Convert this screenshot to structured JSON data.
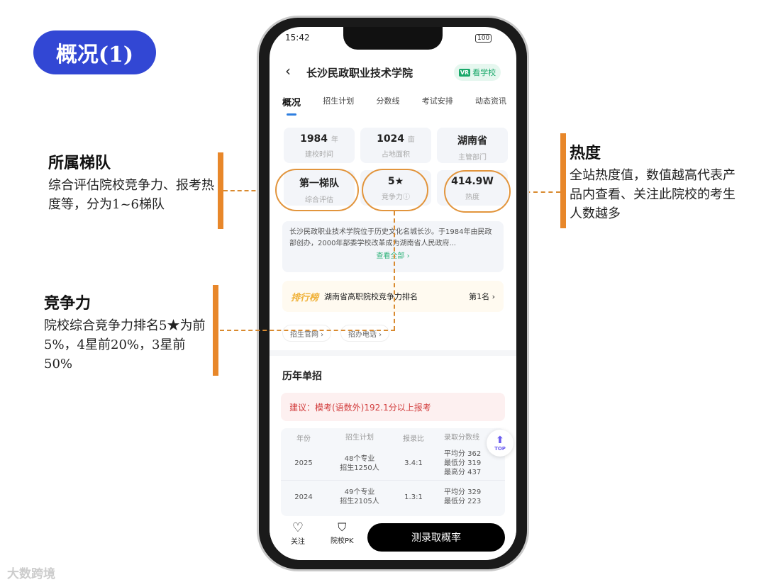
{
  "slide_title": "概况(1)",
  "annotations": {
    "tier": {
      "title": "所属梯队",
      "body": "综合评估院校竞争力、报考热度等，分为1~6梯队"
    },
    "competitiveness": {
      "title": "竞争力",
      "body": "院校综合竞争力排名5★为前5%，4星前20%，3星前50%"
    },
    "heat": {
      "title": "热度",
      "body": "全站热度值，数值越高代表产品内查看、关注此院校的考生人数越多"
    }
  },
  "status": {
    "time": "15:42",
    "battery": "100"
  },
  "header": {
    "title": "长沙民政职业技术学院",
    "vr_badge": "VR",
    "vr_label": "看学校"
  },
  "tabs": [
    {
      "label": "概况"
    },
    {
      "label": "招生计划"
    },
    {
      "label": "分数线"
    },
    {
      "label": "考试安排"
    },
    {
      "label": "动态资讯"
    }
  ],
  "stats": [
    {
      "value": "1984",
      "unit": "年",
      "label": "建校时间"
    },
    {
      "value": "1024",
      "unit": "亩",
      "label": "占地面积"
    },
    {
      "value": "湖南省",
      "unit": "",
      "label": "主管部门"
    },
    {
      "value": "第一梯队",
      "unit": "",
      "label": "综合评估"
    },
    {
      "value": "5★",
      "unit": "",
      "label": "竞争力ⓘ"
    },
    {
      "value": "414.9W",
      "unit": "",
      "label": "热度"
    }
  ],
  "intro": {
    "text": "长沙民政职业技术学院位于历史文化名城长沙。于1984年由民政部创办，2000年部委学校改革成为湖南省人民政府...",
    "more": "查看全部 ›"
  },
  "ranking": {
    "tag": "排行榜",
    "name": "湖南省高职院校竞争力排名",
    "value": "第1名 ›"
  },
  "links": [
    "招生官网 ›",
    "招办电话 ›"
  ],
  "section_title": "历年单招",
  "tip": "建议：模考(语数外)192.1分以上报考",
  "table": {
    "headers": [
      "年份",
      "招生计划",
      "报录比",
      "录取分数线"
    ],
    "rows": [
      {
        "year": "2025",
        "plan1": "48个专业",
        "plan2": "招生1250人",
        "ratio": "3.4:1",
        "s1": "平均分 362",
        "s2": "最低分 319",
        "s3": "最高分 437"
      },
      {
        "year": "2024",
        "plan1": "49个专业",
        "plan2": "招生2105人",
        "ratio": "1.3:1",
        "s1": "平均分 329",
        "s2": "最低分 223",
        "s3": ""
      }
    ]
  },
  "top_label": "TOP",
  "bottom": {
    "follow": "关注",
    "pk": "院校PK",
    "cta": "测录取概率"
  },
  "watermark": "大数跨境",
  "colors": {
    "accent": "#3247d4",
    "annotation": "#e8872a"
  }
}
